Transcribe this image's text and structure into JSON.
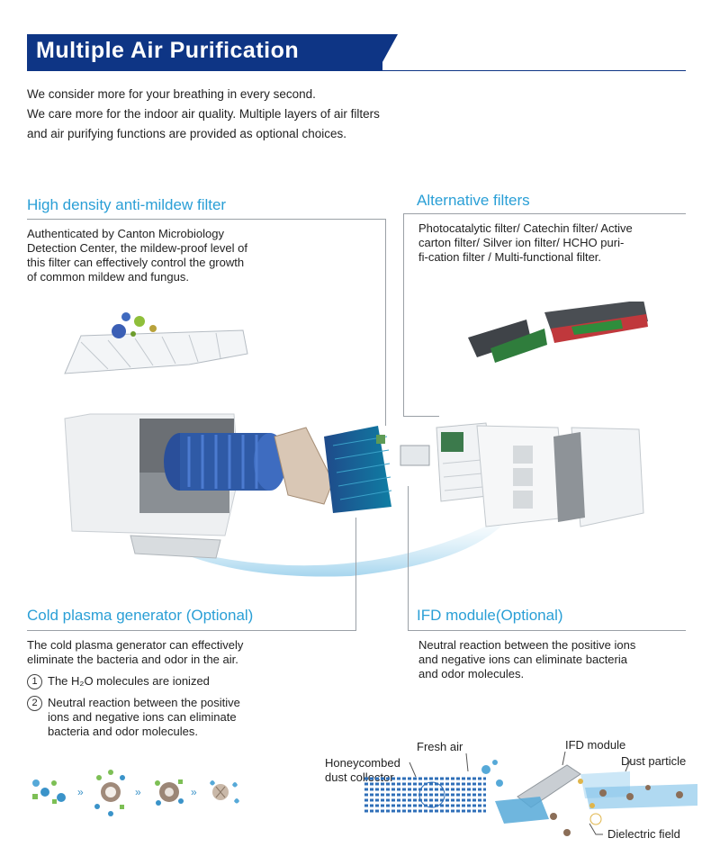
{
  "header": {
    "title": "Multiple Air Purification"
  },
  "intro": {
    "line1": "We consider more for your breathing in every second.",
    "line2": "We care more for the indoor air quality. Multiple layers of air filters",
    "line3": "and air purifying functions are provided as optional choices."
  },
  "mildew": {
    "title": "High density anti-mildew filter",
    "text": [
      "Authenticated by Canton Microbiology",
      "Detection Center, the mildew-proof level of",
      "this filter can effectively control the growth",
      "of common mildew and fungus."
    ]
  },
  "alternative": {
    "title": "Alternative filters",
    "text": [
      "Photocatalytic filter/ Catechin filter/ Active",
      "carton filter/ Silver ion filter/ HCHO puri-",
      "fi-cation filter / Multi-functional filter."
    ]
  },
  "plasma": {
    "title": "Cold plasma generator (Optional)",
    "text": [
      "The cold plasma generator can effectively",
      "eliminate the bacteria and odor in the air."
    ],
    "items": [
      {
        "num": "1",
        "lines": [
          "The H₂O molecules are ionized"
        ]
      },
      {
        "num": "2",
        "lines": [
          "Neutral reaction between the positive",
          "ions and  negative ions can eliminate",
          "bacteria and odor  molecules."
        ]
      }
    ]
  },
  "ifd": {
    "title": "IFD module(Optional)",
    "text": [
      "Neutral reaction between the positive ions",
      "and  negative ions can eliminate bacteria",
      "and odor  molecules."
    ]
  },
  "diagram": {
    "fresh_air": "Fresh air",
    "ifd_module": "IFD module",
    "honeycombed": [
      "Honeycombed",
      "dust collector"
    ],
    "dust_particle": "Dust particle",
    "dielectric_field": "Dielectric field"
  },
  "colors": {
    "brand_blue": "#0e3585",
    "accent_cyan": "#2a9fd6"
  }
}
